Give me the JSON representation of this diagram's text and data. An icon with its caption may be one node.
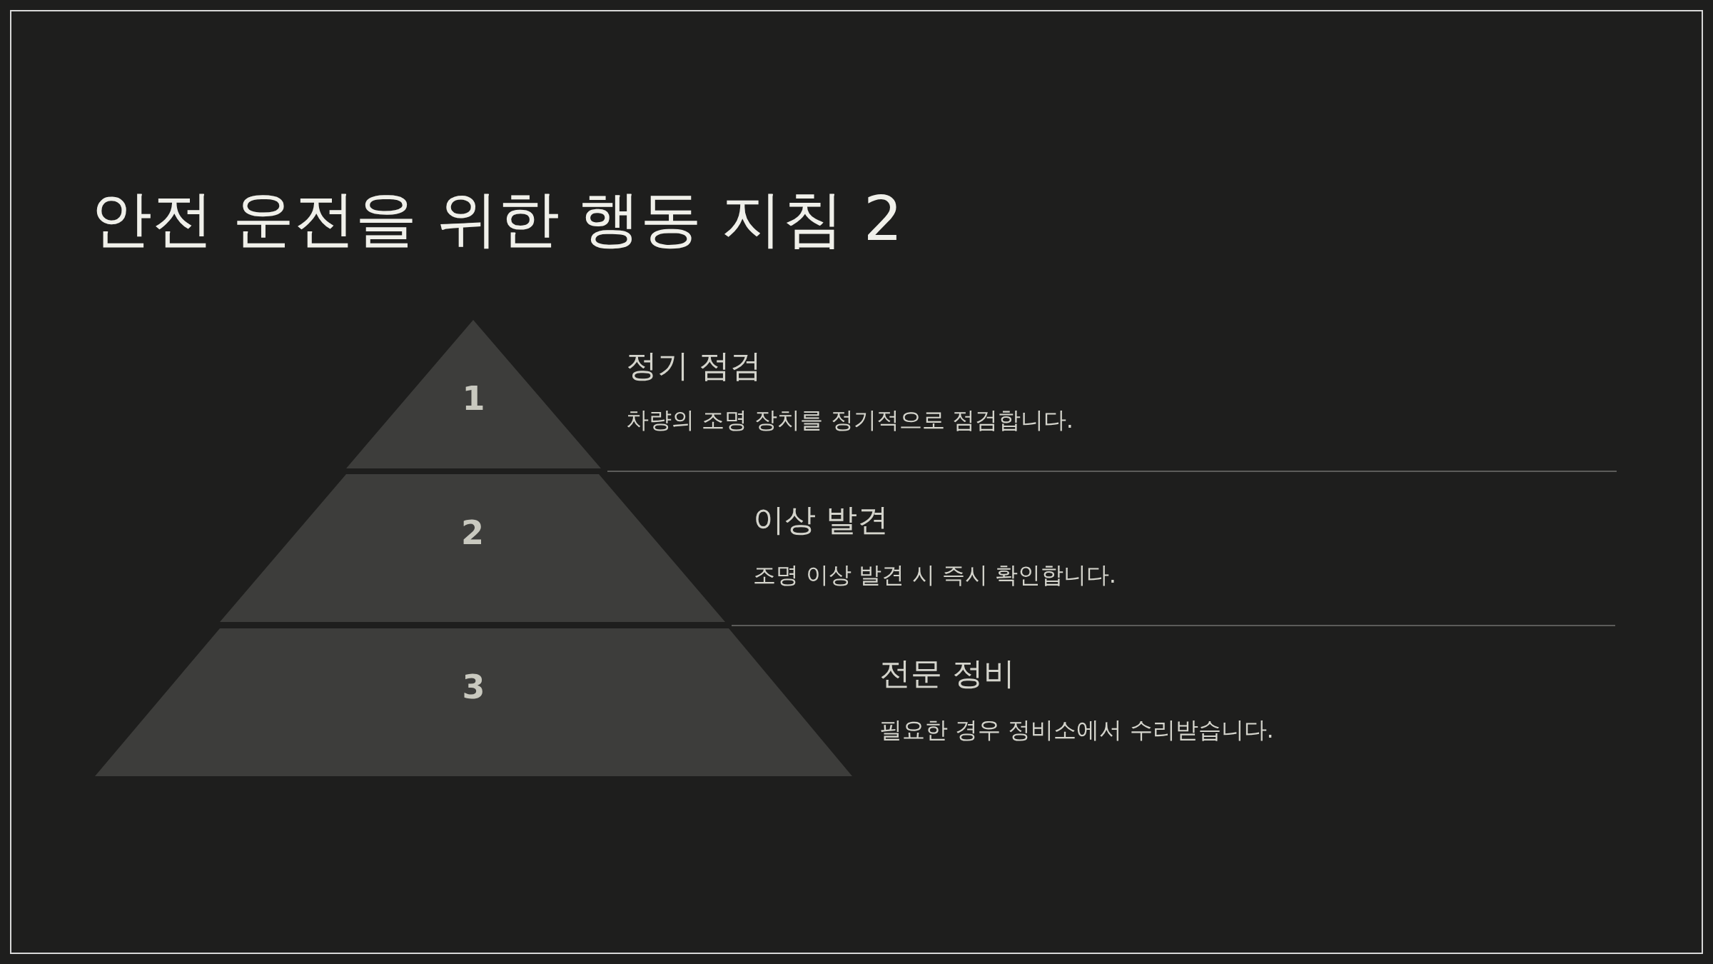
{
  "diagram": {
    "title": "안전 운전을 위한 행동 지침 2",
    "nodes": [
      {
        "text": [
          "1"
        ],
        "beside": [
          "정기 점검",
          "차량의 조명 장치를 정기적으로 점검합니다."
        ]
      },
      {
        "text": [
          "2"
        ],
        "beside": [
          "이상 발견",
          "조명 이상 발견 시 즉시 확인합니다."
        ]
      },
      {
        "text": [
          "3"
        ],
        "beside": [
          "전문 정비",
          "필요한 경우 정비소에서 수리받습니다."
        ]
      }
    ],
    "edges": []
  }
}
